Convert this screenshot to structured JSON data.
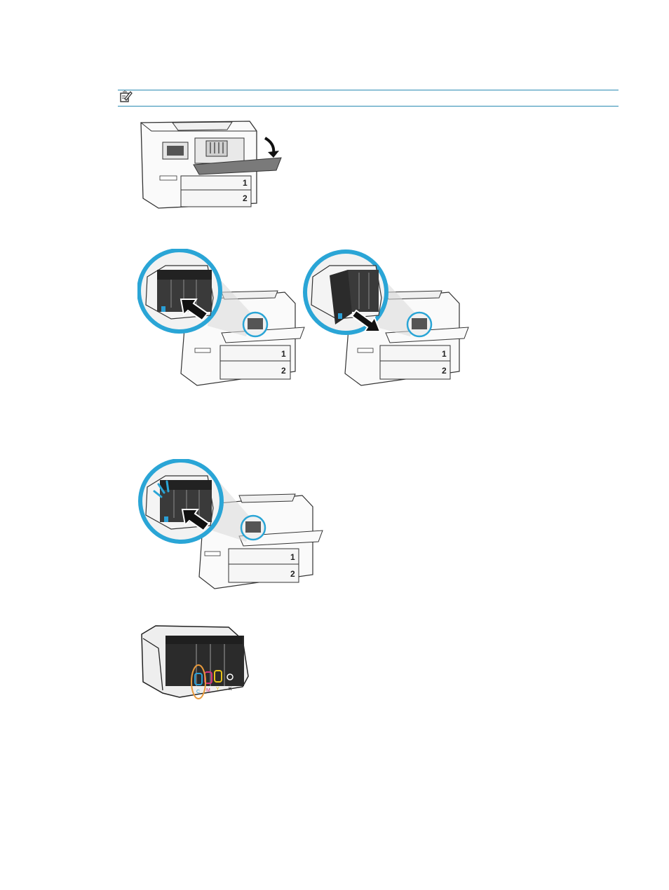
{
  "note": {
    "icon": "note-pencil-icon",
    "rule_color": "#2a8bb3"
  },
  "printer_trays": {
    "tray_1": "1",
    "tray_2": "2"
  },
  "cartridge_slot_letters": {
    "cyan": "C",
    "magenta": "M",
    "yellow": "Y",
    "black": "K"
  },
  "colors": {
    "callout_blue": "#2aa5d6",
    "highlight_orange": "#e89a3c",
    "cyan": "#2a9fd6",
    "magenta": "#d6307a",
    "yellow": "#e8c21a",
    "ink_dark": "#2b2b2b",
    "gray_door": "#6f6f6f"
  }
}
